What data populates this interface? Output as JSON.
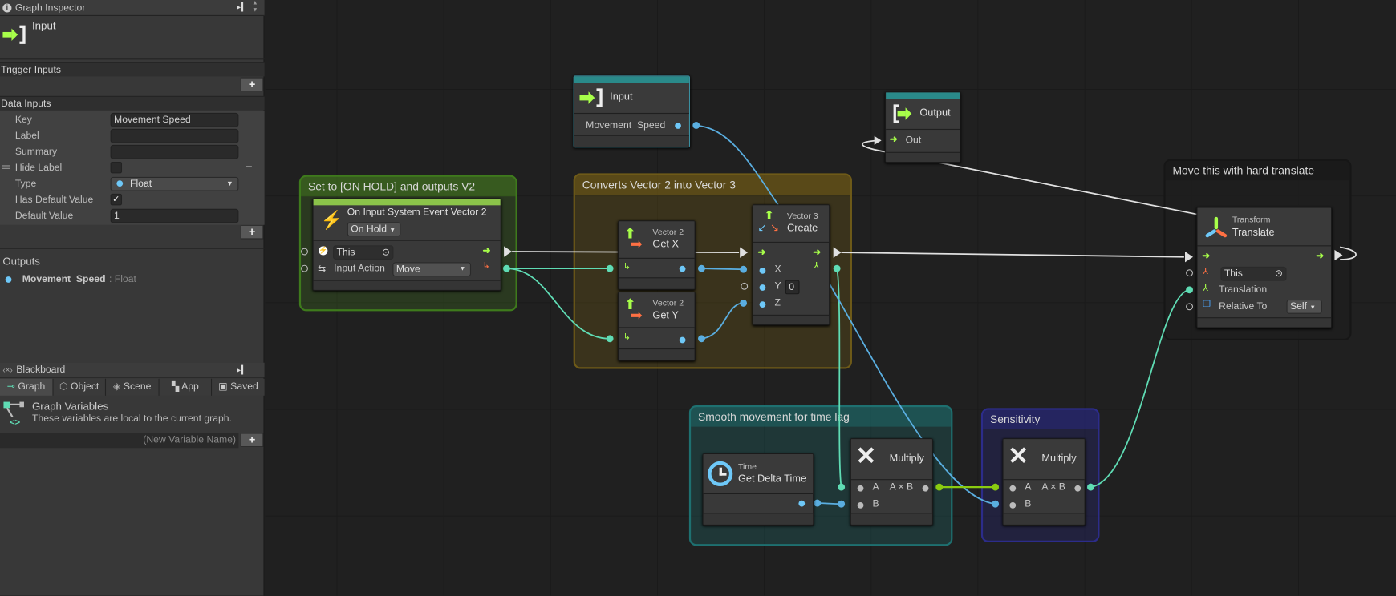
{
  "inspector": {
    "title": "Graph Inspector",
    "node_title": "Input",
    "trigger_inputs": "Trigger Inputs",
    "data_inputs": "Data Inputs",
    "fields": {
      "key_label": "Key",
      "key_value": "Movement Speed",
      "label_label": "Label",
      "label_value": "",
      "summary_label": "Summary",
      "summary_value": "",
      "hide_label": "Hide Label",
      "hide_checked": false,
      "type_label": "Type",
      "type_value": "Float",
      "has_default_label": "Has Default Value",
      "has_default_checked": true,
      "default_label": "Default Value",
      "default_value": "1"
    },
    "outputs_title": "Outputs",
    "output_name": "Movement  Speed",
    "output_type": ": Float",
    "plus": "+",
    "minus": "−"
  },
  "blackboard": {
    "title": "Blackboard",
    "tabs": [
      "Graph",
      "Object",
      "Scene",
      "App",
      "Saved"
    ],
    "active_tab": "Graph",
    "section_title": "Graph Variables",
    "section_desc": "These variables are local to the current graph.",
    "new_var_placeholder": "(New Variable Name)"
  },
  "graph": {
    "groups": {
      "green": "Set to [ON HOLD] and outputs V2",
      "yellow": "Converts Vector 2 into Vector 3",
      "dark": "Move this with hard translate",
      "teal": "Smooth movement for time lag",
      "purple": "Sensitivity"
    },
    "event": {
      "title": "On Input System Event Vector 2",
      "mode": "On Hold",
      "target": "This",
      "action_label": "Input Action",
      "action_value": "Move"
    },
    "input": {
      "title": "Input",
      "port": "Movement  Speed"
    },
    "output": {
      "title": "Output",
      "port": "Out"
    },
    "getx": {
      "sub": "Vector 2",
      "title": "Get X"
    },
    "gety": {
      "sub": "Vector 2",
      "title": "Get Y"
    },
    "create": {
      "sub": "Vector 3",
      "title": "Create",
      "x": "X",
      "y": "Y",
      "y_value": "0",
      "z": "Z"
    },
    "translate": {
      "sub": "Transform",
      "title": "Translate",
      "target": "This",
      "translation": "Translation",
      "relative_label": "Relative To",
      "relative_value": "Self"
    },
    "delta": {
      "sub": "Time",
      "title": "Get Delta Time"
    },
    "mul1": {
      "title": "Multiply",
      "a": "A",
      "b": "B",
      "out": "A × B"
    },
    "mul2": {
      "title": "Multiply",
      "a": "A",
      "b": "B",
      "out": "A × B"
    }
  },
  "colors": {
    "flow": "#a8ff4a",
    "float": "#6ec8f8",
    "vector": "#5fdcb4",
    "control": "#e8e8e8",
    "green_group": "#5a9e2a",
    "yellow_group": "#8a7420",
    "teal_group": "#2a9c9c",
    "purple_group": "#3a3aa8"
  }
}
